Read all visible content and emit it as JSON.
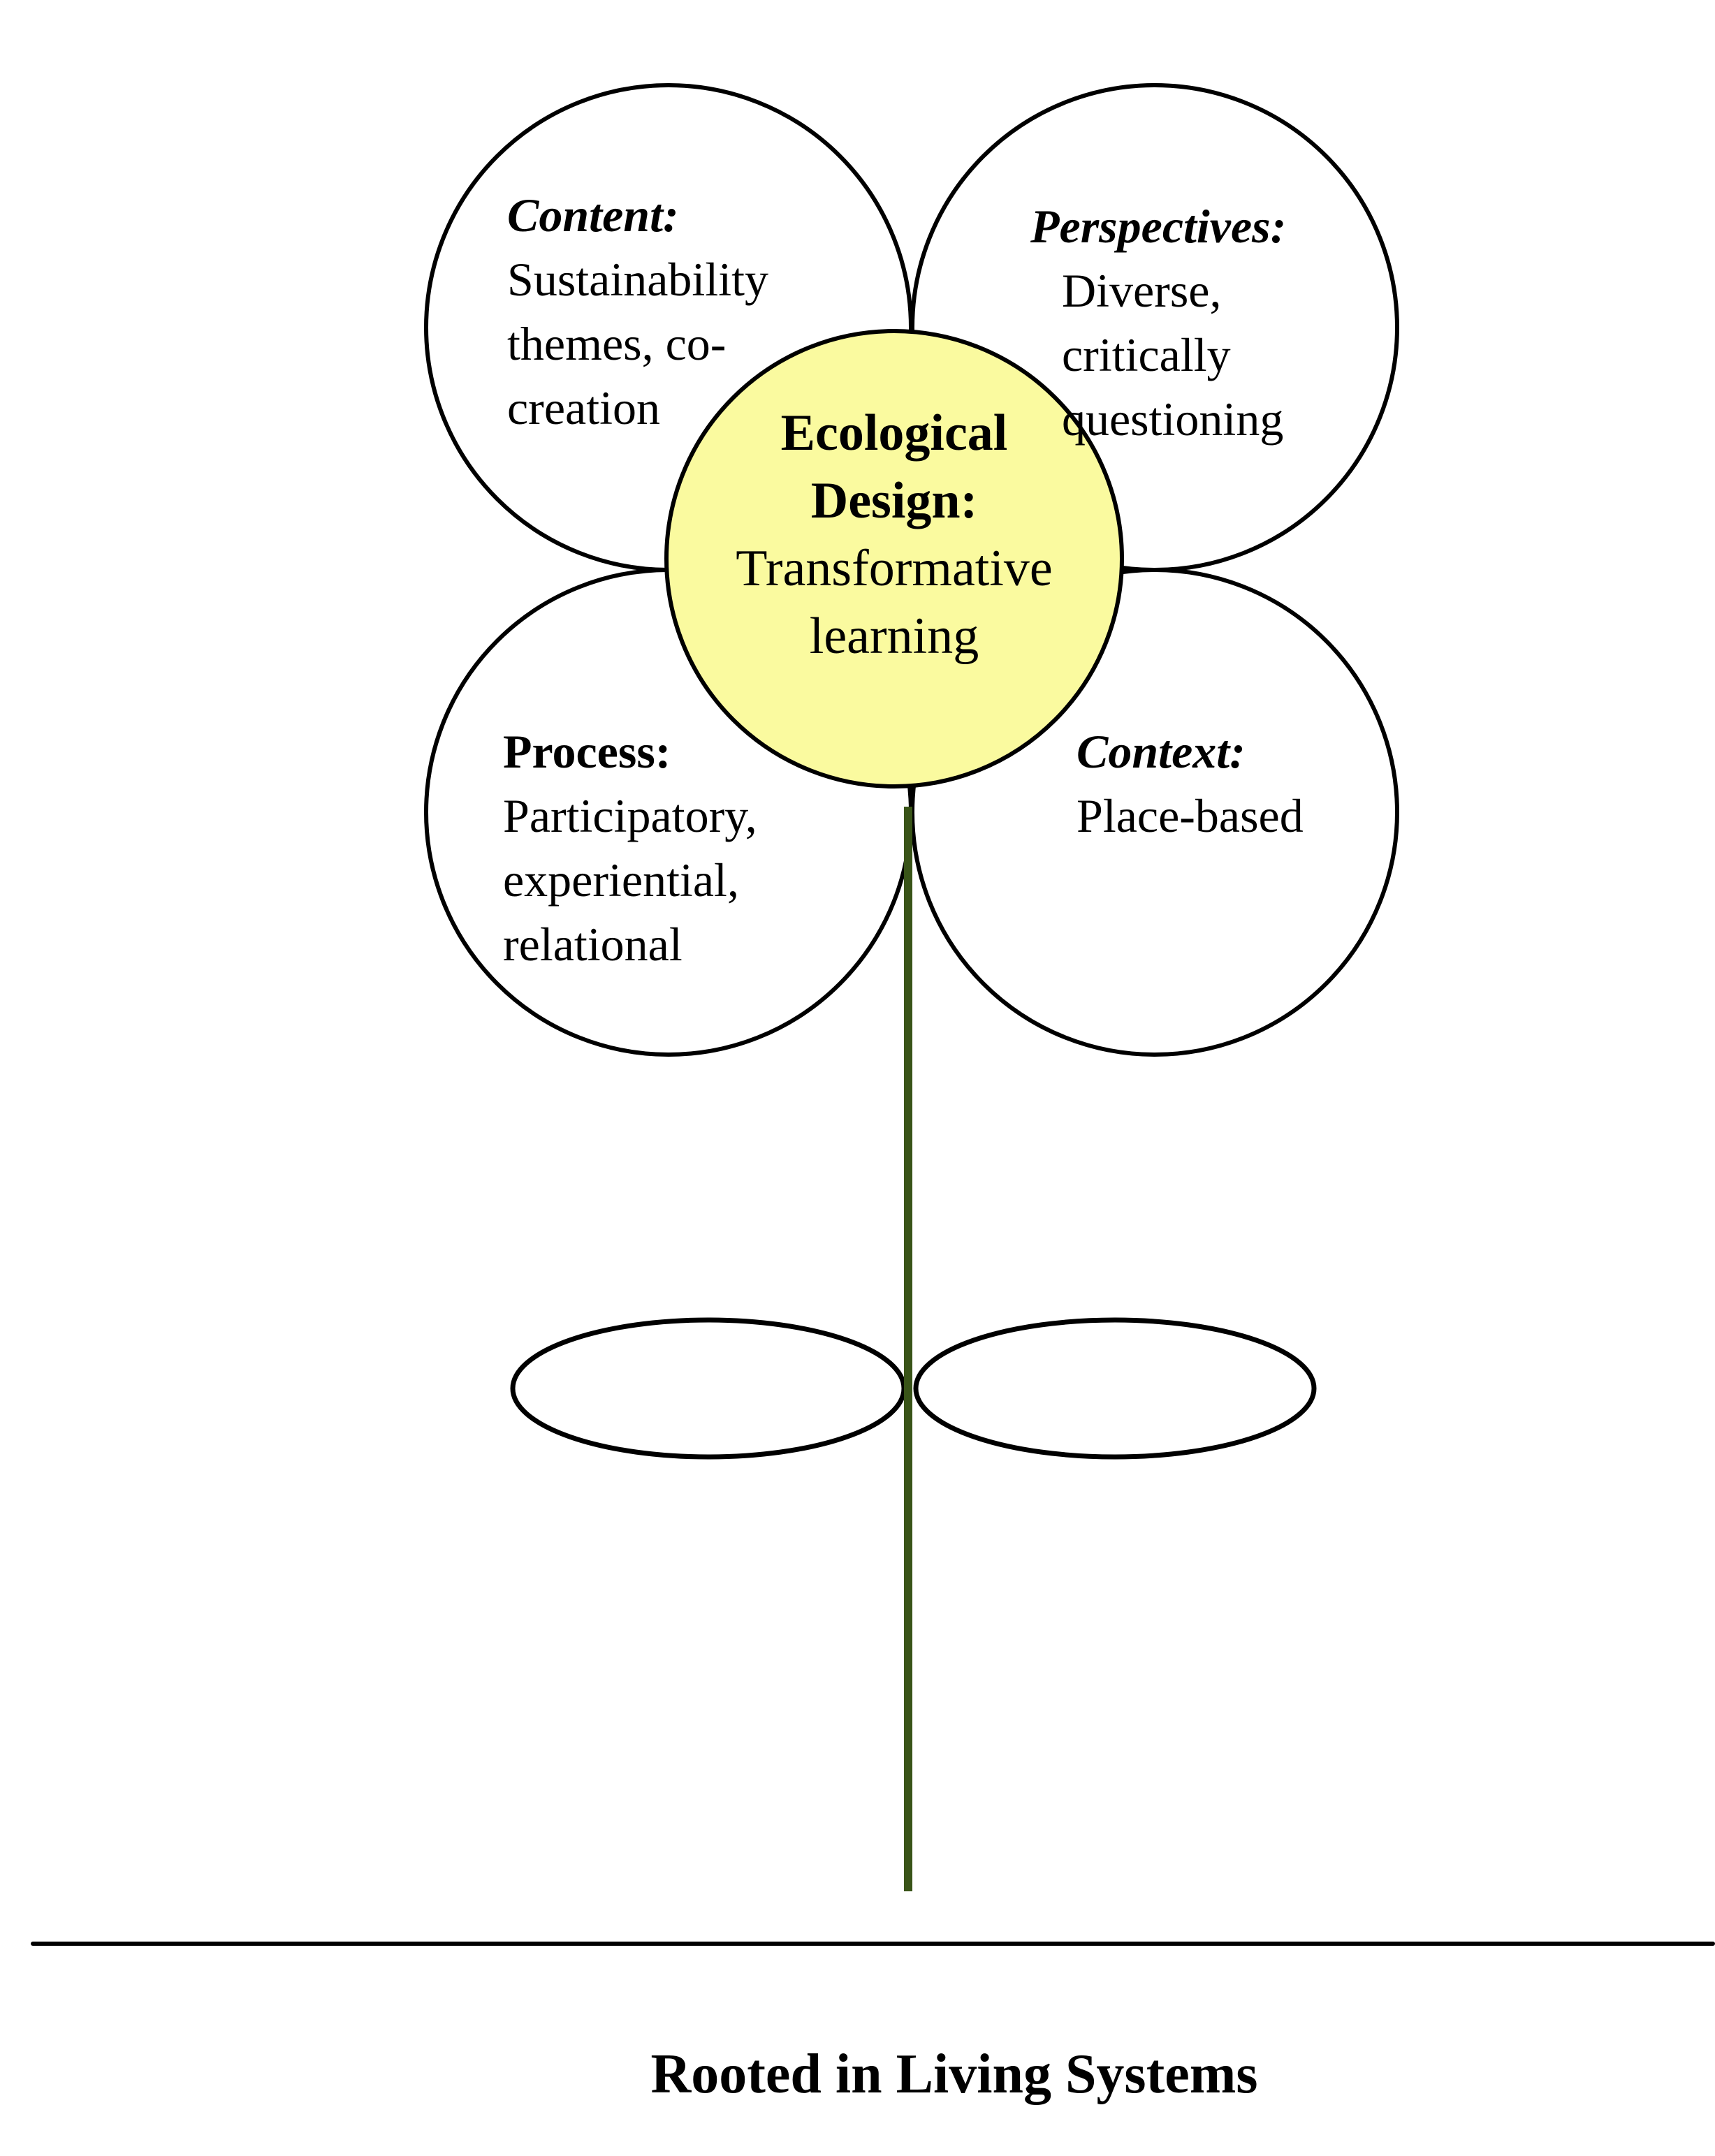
{
  "diagram_title": "Ecological design flower diagram",
  "center": {
    "heading_lines": [
      "Ecological",
      "Design:"
    ],
    "body_lines": [
      "Transformative",
      "learning"
    ]
  },
  "petals": {
    "content": {
      "heading": "Content:",
      "lines": [
        "Sustainability",
        "themes, co-",
        "creation"
      ]
    },
    "perspectives": {
      "heading": "Perspectives:",
      "lines": [
        "Diverse,",
        "critically",
        "questioning"
      ]
    },
    "process": {
      "heading": "Process:",
      "lines": [
        "Participatory,",
        "experiential,",
        "relational"
      ]
    },
    "context": {
      "heading": "Context:",
      "lines": [
        "Place-based"
      ]
    }
  },
  "footer": {
    "title": "Rooted in Living Systems"
  },
  "colors": {
    "center_fill": "#FAFA9F",
    "stem_green": "#395418",
    "outline": "#000000",
    "petal_fill": "#FFFFFF"
  }
}
